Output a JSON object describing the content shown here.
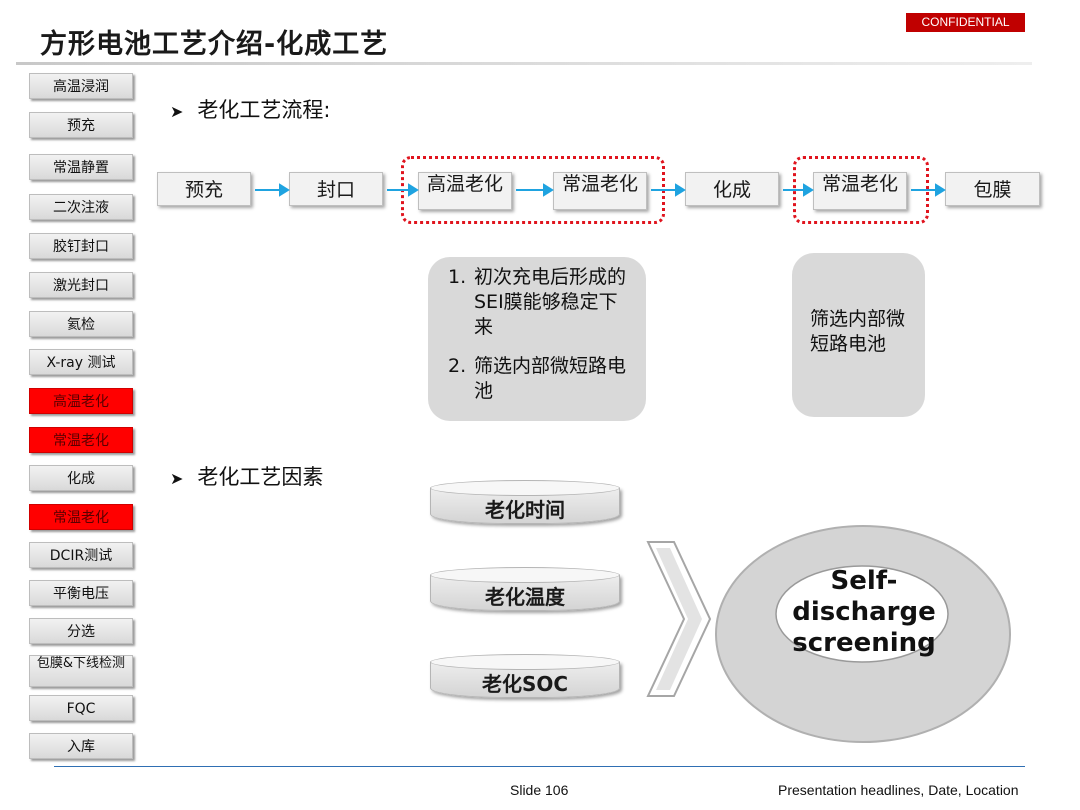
{
  "header": {
    "title": "方形电池工艺介绍-化成工艺",
    "badge": "CONFIDENTIAL"
  },
  "sidebar": {
    "items": [
      {
        "label": "高温浸润",
        "active": false
      },
      {
        "label": "预充",
        "active": false
      },
      {
        "label": "常温静置",
        "active": false
      },
      {
        "label": "二次注液",
        "active": false
      },
      {
        "label": "胶钉封口",
        "active": false
      },
      {
        "label": "激光封口",
        "active": false
      },
      {
        "label": "氦检",
        "active": false
      },
      {
        "label": "X-ray 测试",
        "active": false
      },
      {
        "label": "高温老化",
        "active": true
      },
      {
        "label": "常温老化",
        "active": true
      },
      {
        "label": "化成",
        "active": false
      },
      {
        "label": "常温老化",
        "active": true
      },
      {
        "label": "DCIR测试",
        "active": false
      },
      {
        "label": "平衡电压",
        "active": false
      },
      {
        "label": "分选",
        "active": false
      },
      {
        "label": "包膜&下线检测",
        "active": false
      },
      {
        "label": "FQC",
        "active": false
      },
      {
        "label": "入库",
        "active": false
      }
    ],
    "highlight_color": "#ff0000"
  },
  "section1": {
    "heading": "老化工艺流程:",
    "flow": [
      "预充",
      "封口",
      "高温老化",
      "常温老化",
      "化成",
      "常温老化",
      "包膜"
    ],
    "note1": {
      "item1": "初次充电后形成的SEI膜能够稳定下来",
      "item2": "筛选内部微短路电池"
    },
    "note2": "筛选内部微短路电池"
  },
  "section2": {
    "heading": "老化工艺因素",
    "factors": [
      "老化时间",
      "老化温度",
      "老化SOC"
    ],
    "result": "Self-discharge screening"
  },
  "footer": {
    "slide": "Slide 106",
    "info": "Presentation headlines, Date, Location"
  },
  "colors": {
    "accent_red": "#e0141e",
    "arrow_blue": "#1fa3e0",
    "footer_rule": "#2f6fb3"
  }
}
